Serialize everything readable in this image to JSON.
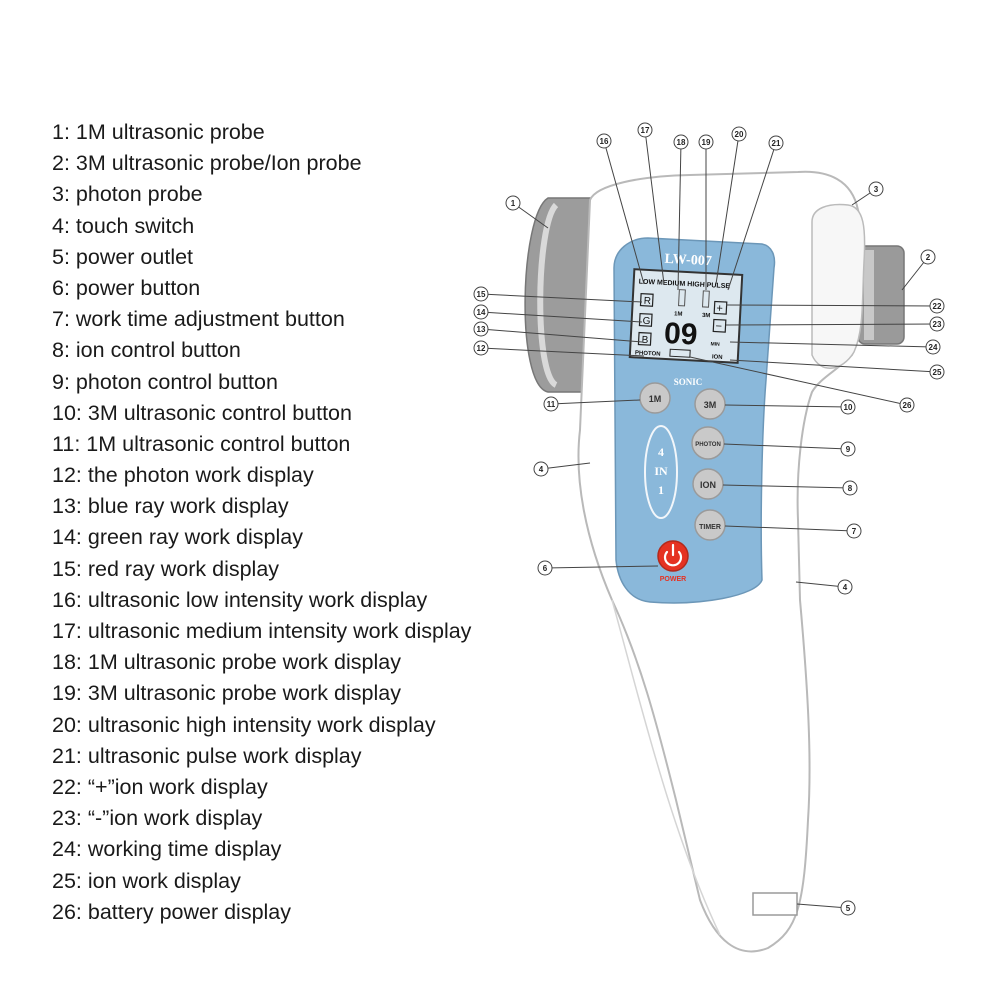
{
  "legend": [
    "1: 1M ultrasonic probe",
    "2: 3M ultrasonic probe/Ion probe",
    "3: photon probe",
    "4: touch switch",
    "5: power outlet",
    "6: power button",
    "7: work time adjustment button",
    "8: ion control button",
    "9: photon control button",
    "10: 3M ultrasonic control button",
    "11: 1M ultrasonic control button",
    "12: the photon work display",
    "13: blue ray work display",
    "14: green ray work display",
    "15: red ray work display",
    "16: ultrasonic low intensity work display",
    "17: ultrasonic medium intensity work display",
    "18: 1M ultrasonic probe work display",
    "19: 3M ultrasonic probe work display",
    "20: ultrasonic high intensity work display",
    "21: ultrasonic pulse work display",
    "22: “+”ion work display",
    "23: “-”ion work display",
    "24: working time display",
    "25: ion work display",
    "26: battery power display"
  ],
  "device": {
    "model": "LW-007",
    "lcd": {
      "top_labels": "LOW MEDIUM HIGH PULSE",
      "probe_1m": "1M",
      "probe_3m": "3M",
      "red": "R",
      "green": "G",
      "blue": "B",
      "plus": "+",
      "minus": "−",
      "time": "09",
      "time_unit": "MIN",
      "photon": "PHOTON",
      "ion": "ION"
    },
    "sonic_label": "SONIC",
    "buttons": {
      "m1": "1M",
      "m3": "3M",
      "photon": "PHOTON",
      "ion": "ION",
      "timer": "TIMER"
    },
    "badge": {
      "line1": "4",
      "line2": "IN",
      "line3": "1"
    },
    "power_label": "POWER"
  },
  "callouts": [
    "1",
    "2",
    "3",
    "4",
    "4",
    "5",
    "6",
    "7",
    "8",
    "9",
    "10",
    "11",
    "12",
    "13",
    "14",
    "15",
    "16",
    "17",
    "18",
    "19",
    "20",
    "21",
    "22",
    "23",
    "24",
    "25",
    "26"
  ],
  "colors": {
    "panel": "#8ab8da",
    "lcd": "#dde8ef",
    "power": "#e53222",
    "button": "#c9c9c9"
  }
}
